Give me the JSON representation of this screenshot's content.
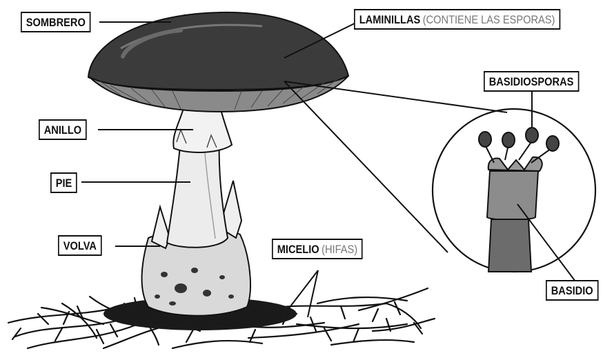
{
  "labels": {
    "sombrero": "SOMBRERO",
    "laminillas": "LAMINILLAS",
    "laminillas_note": "(CONTIENE LAS ESPORAS)",
    "basidiosporas": "BASIDIOSPORAS",
    "anillo": "ANILLO",
    "pie": "PIE",
    "volva": "VOLVA",
    "micelio": "MICELIO",
    "micelio_note": "(HIFAS)",
    "basidio": "BASIDIO"
  },
  "colors": {
    "ink": "#111111",
    "cap": "#3b3b3b",
    "gills": "#8a8a8a",
    "stem": "#e9e9e9",
    "note": "#777777"
  }
}
